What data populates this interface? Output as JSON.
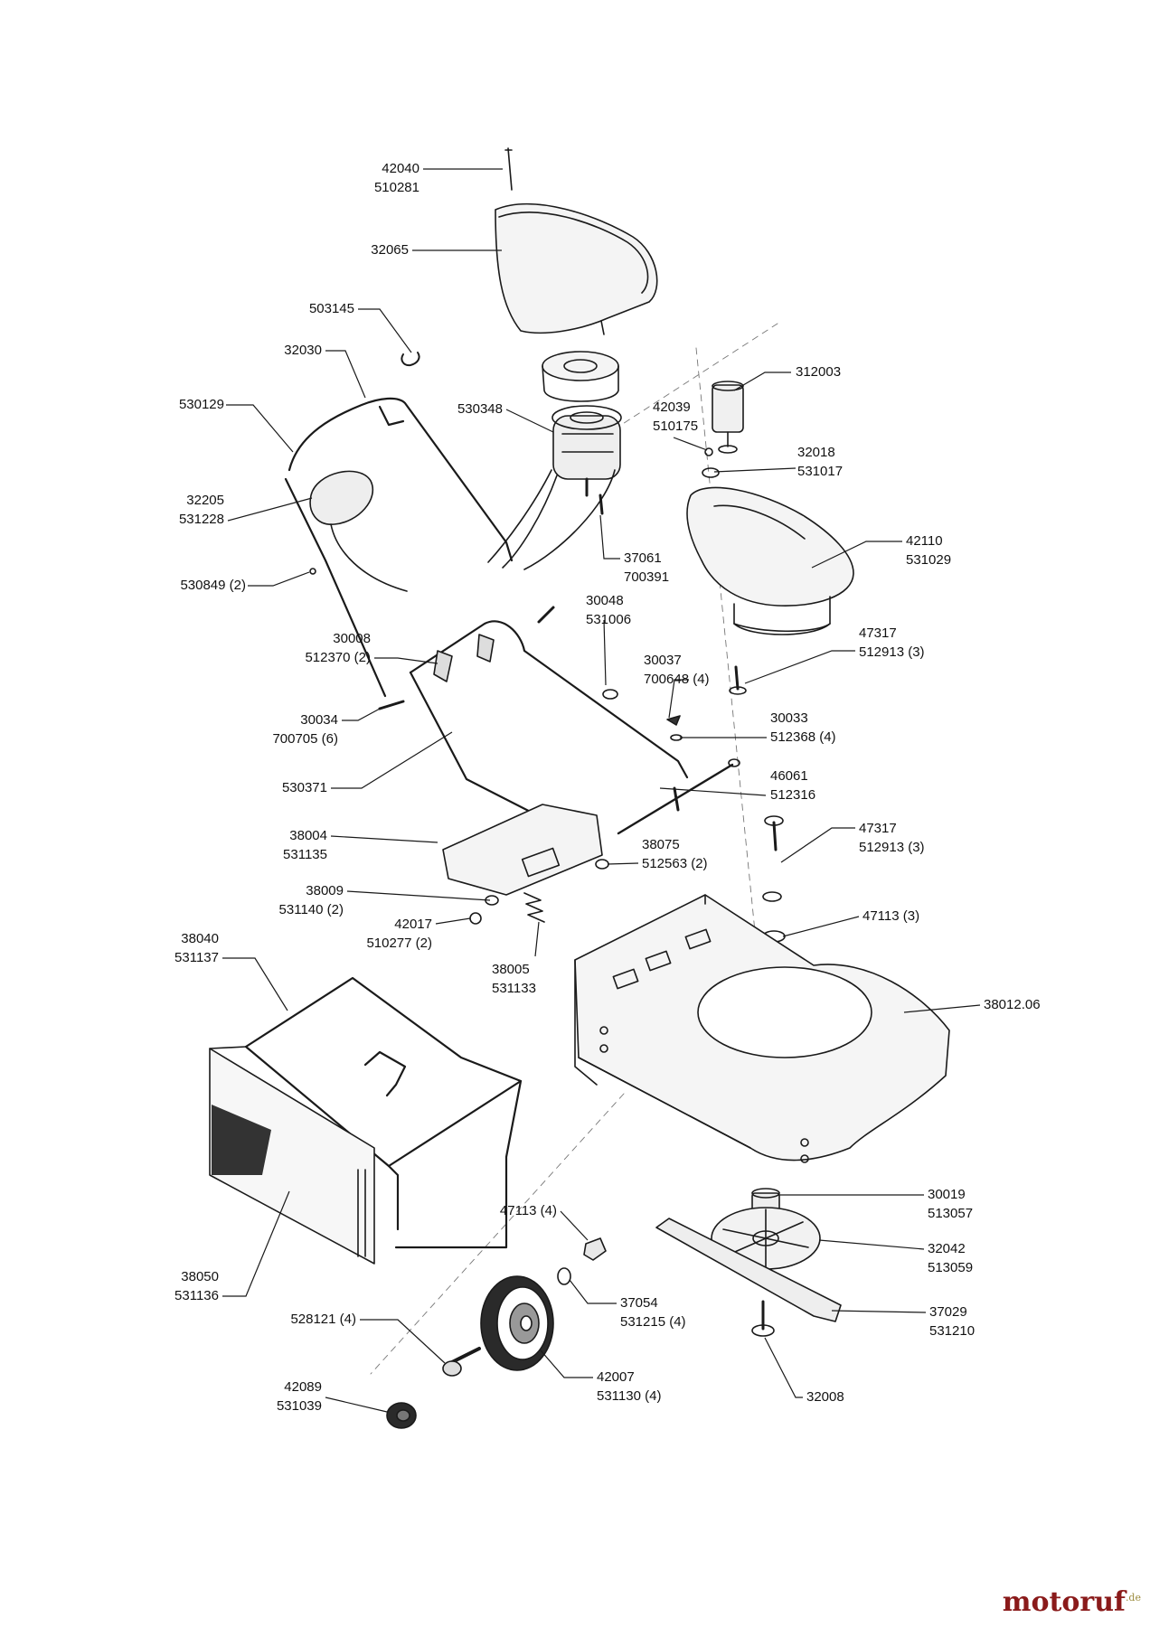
{
  "labels": [
    {
      "id": "top-screw",
      "lines": [
        "42040",
        "510281"
      ]
    },
    {
      "id": "motor-cover",
      "lines": [
        "32065"
      ]
    },
    {
      "id": "clip",
      "lines": [
        "503145"
      ]
    },
    {
      "id": "upper-handle",
      "lines": [
        "32030"
      ]
    },
    {
      "id": "handle-left",
      "lines": [
        "530129"
      ]
    },
    {
      "id": "switch-box",
      "lines": [
        "32205",
        "531228"
      ]
    },
    {
      "id": "cable-clip",
      "lines": [
        "530849 (2)"
      ]
    },
    {
      "id": "motor",
      "lines": [
        "530348"
      ]
    },
    {
      "id": "capacitor",
      "lines": [
        "312003"
      ]
    },
    {
      "id": "small-screw",
      "lines": [
        "42039",
        "510175"
      ]
    },
    {
      "id": "nut-32018",
      "lines": [
        "32018",
        "531017"
      ]
    },
    {
      "id": "motor-bolt",
      "lines": [
        "37061",
        "700391"
      ]
    },
    {
      "id": "motor-housing",
      "lines": [
        "42110",
        "531029"
      ]
    },
    {
      "id": "bolt-30048",
      "lines": [
        "30048",
        "531006"
      ]
    },
    {
      "id": "knob",
      "lines": [
        "30008",
        "512370 (2)"
      ]
    },
    {
      "id": "screw-30037",
      "lines": [
        "30037",
        "700648 (4)"
      ]
    },
    {
      "id": "housing-screw-top",
      "lines": [
        "47317",
        "512913 (3)"
      ]
    },
    {
      "id": "bolt-30034",
      "lines": [
        "30034",
        "700705 (6)"
      ]
    },
    {
      "id": "washer-30033",
      "lines": [
        "30033",
        "512368 (4)"
      ]
    },
    {
      "id": "lower-handle",
      "lines": [
        "530371"
      ]
    },
    {
      "id": "axle",
      "lines": [
        "46061",
        "512316"
      ]
    },
    {
      "id": "flap",
      "lines": [
        "38004",
        "531135"
      ]
    },
    {
      "id": "pin-38075",
      "lines": [
        "38075",
        "512563 (2)"
      ]
    },
    {
      "id": "housing-screw-lower",
      "lines": [
        "47317",
        "512913 (3)"
      ]
    },
    {
      "id": "washer-38009",
      "lines": [
        "38009",
        "531140 (2)"
      ]
    },
    {
      "id": "nut-47113-3",
      "lines": [
        "47113 (3)"
      ]
    },
    {
      "id": "cap-42017",
      "lines": [
        "42017",
        "510277 (2)"
      ]
    },
    {
      "id": "spring",
      "lines": [
        "38005",
        "531133"
      ]
    },
    {
      "id": "grass-frame",
      "lines": [
        "38040",
        "531137"
      ]
    },
    {
      "id": "deck",
      "lines": [
        "38012.06"
      ]
    },
    {
      "id": "blade-hub",
      "lines": [
        "30019",
        "513057"
      ]
    },
    {
      "id": "nut-47113-4",
      "lines": [
        "47113 (4)"
      ]
    },
    {
      "id": "fan",
      "lines": [
        "32042",
        "513059"
      ]
    },
    {
      "id": "grass-bag",
      "lines": [
        "38050",
        "531136"
      ]
    },
    {
      "id": "washer-37054",
      "lines": [
        "37054",
        "531215 (4)"
      ]
    },
    {
      "id": "blade",
      "lines": [
        "37029",
        "531210"
      ]
    },
    {
      "id": "wheel-bolt",
      "lines": [
        "528121 (4)"
      ]
    },
    {
      "id": "wheel",
      "lines": [
        "42007",
        "531130 (4)"
      ]
    },
    {
      "id": "blade-bolt",
      "lines": [
        "32008"
      ]
    },
    {
      "id": "wheel-cap",
      "lines": [
        "42089",
        "531039"
      ]
    }
  ],
  "watermark": {
    "text": "motoruf",
    "suffix": ".de",
    "color": "#8a1a1a"
  }
}
